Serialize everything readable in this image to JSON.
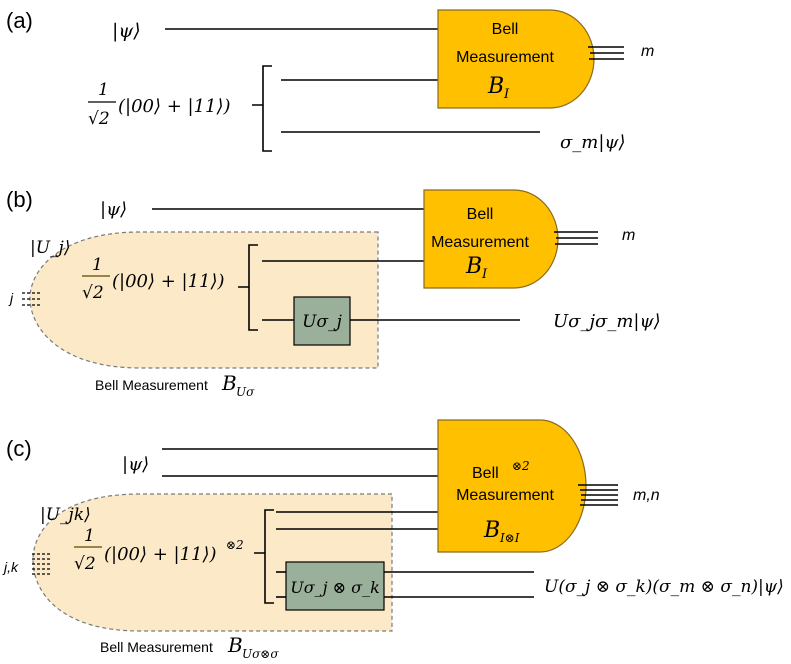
{
  "panels": {
    "a": {
      "label": "(a)",
      "psi": "|ψ⟩",
      "pair_frac_num": "1",
      "pair_frac_den": "√2",
      "pair_state": "(|00⟩ + |11⟩)",
      "gate_line1": "Bell",
      "gate_line2": "Measurement",
      "gate_sym": "B",
      "gate_sub": "I",
      "out_label": "m",
      "output_state": "σ_m|ψ⟩"
    },
    "b": {
      "label": "(b)",
      "psi": "|ψ⟩",
      "uj": "|U_j⟩",
      "j": "j",
      "pair_frac_num": "1",
      "pair_frac_den": "√2",
      "pair_state": "(|00⟩ + |11⟩)",
      "u_gate": "Uσ_j",
      "gate_line1": "Bell",
      "gate_line2": "Measurement",
      "gate_sym": "B",
      "gate_sub": "I",
      "out_label": "m",
      "output_state": "Uσ_jσ_m|ψ⟩",
      "caption_text": "Bell Measurement",
      "caption_sym": "B",
      "caption_sub": "Uσ"
    },
    "c": {
      "label": "(c)",
      "psi": "|ψ⟩",
      "ujk": "|U_jk⟩",
      "jk": "j,k",
      "pair_frac_num": "1",
      "pair_frac_den": "√2",
      "pair_state": "(|00⟩ + |11⟩)",
      "pair_exp": "⊗2",
      "u_gate": "Uσ_j ⊗ σ_k",
      "gate_line1": "Bell",
      "gate_exp": "⊗2",
      "gate_line2": "Measurement",
      "gate_sym": "B",
      "gate_sub": "I⊗I",
      "out_label": "m,n",
      "output_state": "U(σ_j ⊗ σ_k)(σ_m ⊗ σ_n)|ψ⟩",
      "caption_text": "Bell Measurement",
      "caption_sym": "B",
      "caption_sub": "Uσ⊗σ"
    }
  },
  "colors": {
    "gate_fill": "#FFC000",
    "unitary_fill": "#9BB09B",
    "ellipse_fill": "#FBE9C8"
  }
}
